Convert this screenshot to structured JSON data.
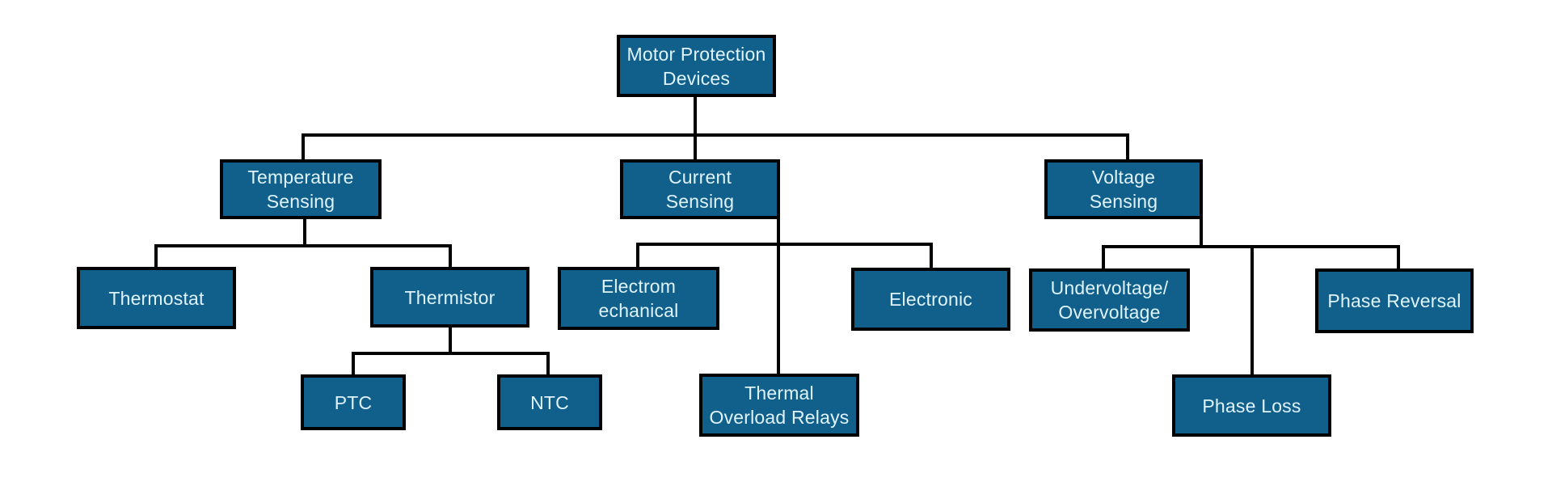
{
  "diagram": {
    "title": "Motor Protection Devices",
    "type": "tree",
    "colors": {
      "box_fill": "#11608C",
      "box_border": "#000000",
      "box_text": "#DFF3FC",
      "line": "#000000",
      "background": "#FFFFFF"
    },
    "nodes": {
      "root": {
        "label": "Motor Protection\nDevices"
      },
      "temperature": {
        "label": "Temperature\nSensing"
      },
      "current": {
        "label": "Current\nSensing"
      },
      "voltage": {
        "label": "Voltage\nSensing"
      },
      "thermostat": {
        "label": "Thermostat"
      },
      "thermistor": {
        "label": "Thermistor"
      },
      "ptc": {
        "label": "PTC"
      },
      "ntc": {
        "label": "NTC"
      },
      "electromechanical": {
        "label": "Electrom\nechanical"
      },
      "electronic": {
        "label": "Electronic"
      },
      "thermal_overload": {
        "label": "Thermal\nOverload Relays"
      },
      "under_over_voltage": {
        "label": "Undervoltage/\nOvervoltage"
      },
      "phase_loss": {
        "label": "Phase Loss"
      },
      "phase_reversal": {
        "label": "Phase Reversal"
      }
    },
    "edges": [
      {
        "parent": "Motor Protection Devices",
        "child": "Temperature Sensing"
      },
      {
        "parent": "Motor Protection Devices",
        "child": "Current Sensing"
      },
      {
        "parent": "Motor Protection Devices",
        "child": "Voltage Sensing"
      },
      {
        "parent": "Temperature Sensing",
        "child": "Thermostat"
      },
      {
        "parent": "Temperature Sensing",
        "child": "Thermistor"
      },
      {
        "parent": "Thermistor",
        "child": "PTC"
      },
      {
        "parent": "Thermistor",
        "child": "NTC"
      },
      {
        "parent": "Current Sensing",
        "child": "Electromechanical"
      },
      {
        "parent": "Current Sensing",
        "child": "Electronic"
      },
      {
        "parent": "Current Sensing",
        "child": "Thermal Overload Relays"
      },
      {
        "parent": "Voltage Sensing",
        "child": "Undervoltage/Overvoltage"
      },
      {
        "parent": "Voltage Sensing",
        "child": "Phase Loss"
      },
      {
        "parent": "Voltage Sensing",
        "child": "Phase Reversal"
      }
    ]
  }
}
